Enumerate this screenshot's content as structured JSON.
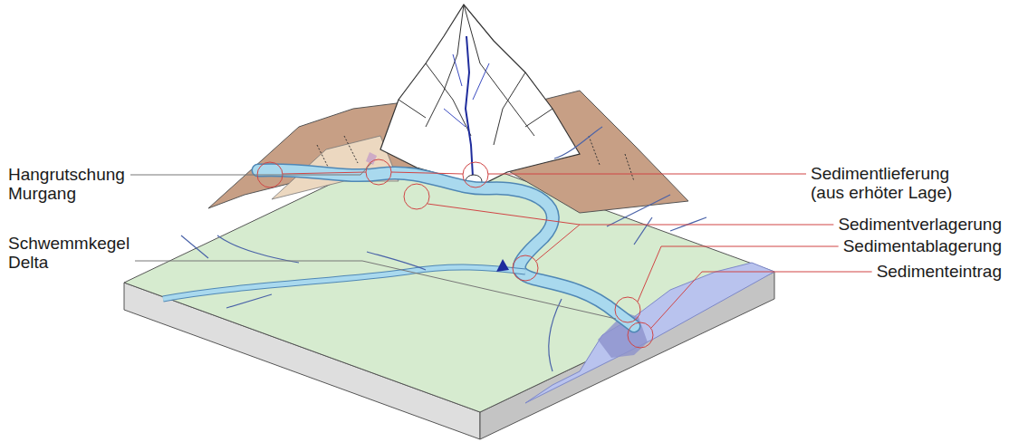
{
  "diagram": {
    "labels": [
      "Hangrutschung Murgang",
      "Sedimentlieferung (aus erhöter Lage)",
      "Sedimentverlagerung",
      "Sedimentablagerung",
      "Sedimenteintrag",
      "Schwemmkegel Delta"
    ]
  }
}
